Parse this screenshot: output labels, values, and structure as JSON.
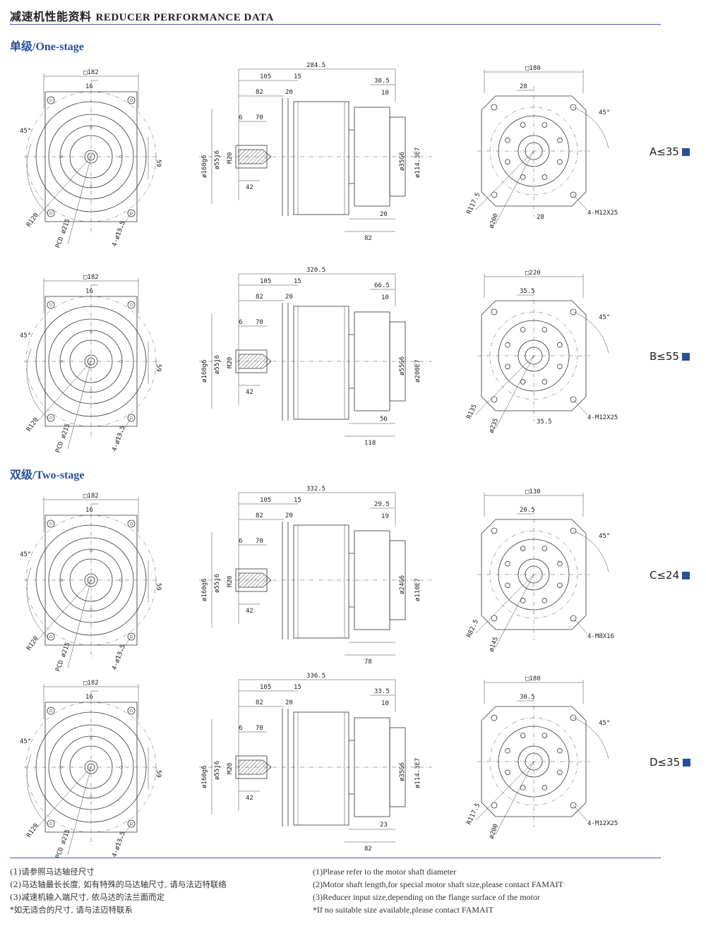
{
  "header": {
    "title_cn": "减速机性能资料",
    "title_en": "REDUCER PERFORMANCE DATA"
  },
  "sections": {
    "one_stage": "单级/One-stage",
    "two_stage": "双级/Two-stage"
  },
  "rows": [
    {
      "variant": "A≤35",
      "left": {
        "square": "□182",
        "offset": "16",
        "angle": "45°",
        "height": "59",
        "radius": "R120",
        "pcd": "PCD ø215",
        "holes": "4-ø13.5"
      },
      "mid": {
        "total": "284.5",
        "d105": "105",
        "d15": "15",
        "d82": "82",
        "d20": "20",
        "d30": "30.5",
        "d10": "10",
        "d6": "6",
        "d70": "70",
        "d42": "42",
        "dia_big": "ø160g6",
        "dia_shaft": "ø55j6",
        "thread": "M20",
        "dia_out1": "ø35G6",
        "dia_out2": "ø114.3E7",
        "bottom1": "20",
        "bottom2": "82"
      },
      "right": {
        "square": "□180",
        "offset": "28",
        "angle": "45°",
        "radius": "R117.5",
        "pcd": "ø200",
        "bottom": "28",
        "holes": "4-M12X25"
      }
    },
    {
      "variant": "B≤55",
      "left": {
        "square": "□182",
        "offset": "16",
        "angle": "45°",
        "height": "59",
        "radius": "R120",
        "pcd": "PCD ø215",
        "holes": "4-ø13.5"
      },
      "mid": {
        "total": "320.5",
        "d105": "105",
        "d15": "15",
        "d82": "82",
        "d20": "20",
        "d30": "66.5",
        "d10": "10",
        "d6": "6",
        "d70": "70",
        "d42": "42",
        "dia_big": "ø160g6",
        "dia_shaft": "ø55j6",
        "thread": "M20",
        "dia_out1": "ø55G6",
        "dia_out2": "ø200E7",
        "bottom1": "56",
        "bottom2": "118"
      },
      "right": {
        "square": "□220",
        "offset": "35.5",
        "angle": "45°",
        "radius": "R135",
        "pcd": "ø235",
        "bottom": "35.5",
        "holes": "4-M12X25"
      }
    },
    {
      "variant": "C≤24",
      "left": {
        "square": "□182",
        "offset": "16",
        "angle": "45°",
        "height": "59",
        "radius": "R120",
        "pcd": "PCD ø215",
        "holes": "4-ø13.5"
      },
      "mid": {
        "total": "332.5",
        "d105": "105",
        "d15": "15",
        "d82": "82",
        "d20": "20",
        "d30": "29.5",
        "d10": "19",
        "d6": "6",
        "d70": "70",
        "d42": "42",
        "dia_big": "ø160g6",
        "dia_shaft": "ø55j6",
        "thread": "M20",
        "dia_out1": "ø24G6",
        "dia_out2": "ø110E7",
        "bottom1": "",
        "bottom2": "78"
      },
      "right": {
        "square": "□130",
        "offset": "20.5",
        "angle": "45°",
        "radius": "R82.5",
        "pcd": "ø145",
        "bottom": "",
        "holes": "4-M8X16"
      }
    },
    {
      "variant": "D≤35",
      "left": {
        "square": "□182",
        "offset": "16",
        "angle": "45°",
        "height": "59",
        "radius": "R120",
        "pcd": "PCD ø215",
        "holes": "4-ø13.5"
      },
      "mid": {
        "total": "336.5",
        "d105": "105",
        "d15": "15",
        "d82": "82",
        "d20": "20",
        "d30": "33.5",
        "d10": "10",
        "d6": "6",
        "d70": "70",
        "d42": "42",
        "dia_big": "ø160g6",
        "dia_shaft": "ø55j6",
        "thread": "M20",
        "dia_out1": "ø35G6",
        "dia_out2": "ø114.3E7",
        "bottom1": "23",
        "bottom2": "82"
      },
      "right": {
        "square": "□180",
        "offset": "30.5",
        "angle": "45°",
        "radius": "R117.5",
        "pcd": "ø200",
        "bottom": "",
        "holes": "4-M12X25"
      }
    }
  ],
  "notes_cn": [
    "(1)请参照马达轴径尺寸",
    "(2)马达轴最长长度, 如有特殊的马达轴尺寸, 请与法迈特联络",
    "(3)减速机输入端尺寸, 依马达的法兰面而定",
    "*如无适合的尺寸, 请与法迈特联系"
  ],
  "notes_en": [
    "(1)Please refer to the motor shaft diameter",
    "(2)Motor shaft length,for special motor shaft size,please contact FAMAIT",
    "(3)Reducer input size,depending on the flange surface of the motor",
    "*If no suitable size available,please contact FAMAIT"
  ]
}
